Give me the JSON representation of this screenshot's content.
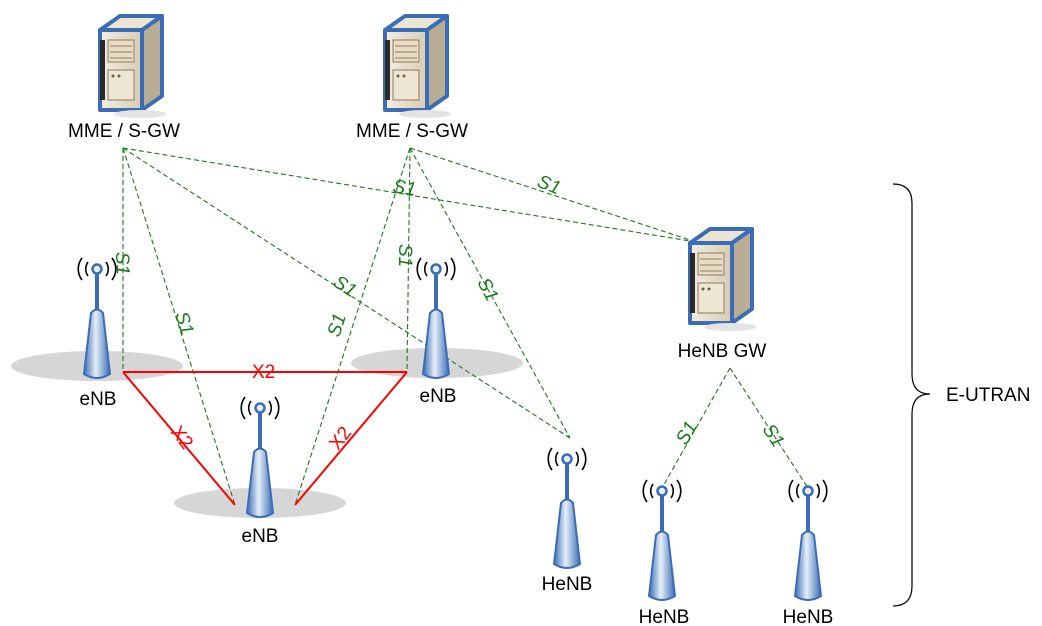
{
  "nodes": {
    "mme_left": "MME / S-GW",
    "mme_right": "MME / S-GW",
    "henb_gw": "HeNB GW",
    "enb_left": "eNB",
    "enb_right": "eNB",
    "enb_bottom": "eNB",
    "henb_middle": "HeNB",
    "henb_left": "HeNB",
    "henb_right": "HeNB"
  },
  "interfaces": {
    "s1": "S1",
    "x2": "X2"
  },
  "region": {
    "label": "E-UTRAN"
  },
  "colors": {
    "s1_line": "#1a7a1a",
    "x2_line": "#ff0000",
    "antenna_blue": "#3a6db5",
    "server_blue": "#3a6db5",
    "shadow_gray": "#d6d6d6"
  },
  "icons": {
    "server": "server-tower-icon",
    "antenna": "radio-antenna-icon"
  }
}
